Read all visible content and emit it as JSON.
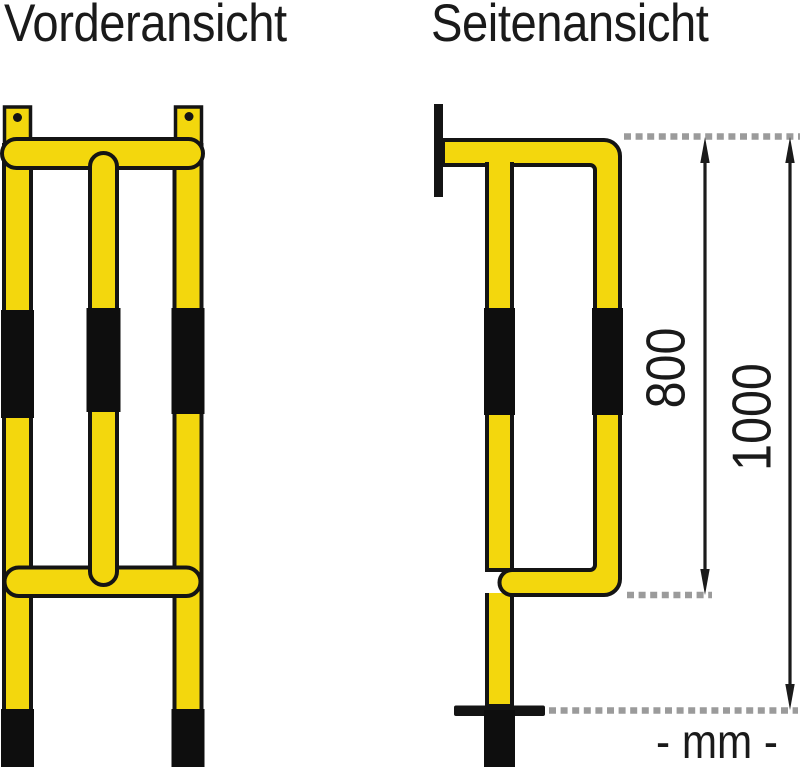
{
  "titles": {
    "front": "Vorderansicht",
    "side": "Seitenansicht"
  },
  "dimensions": {
    "rail_height": "800",
    "total_height": "1000",
    "unit": "- mm -"
  },
  "colors": {
    "tube_yellow": "#F3D70D",
    "outline": "#141414",
    "stripe": "#0E0E0E",
    "dash_gray": "#9B9B9B",
    "dimension": "#1B1B1B",
    "text": "#1A1A1A",
    "background": "#FFFFFF"
  }
}
